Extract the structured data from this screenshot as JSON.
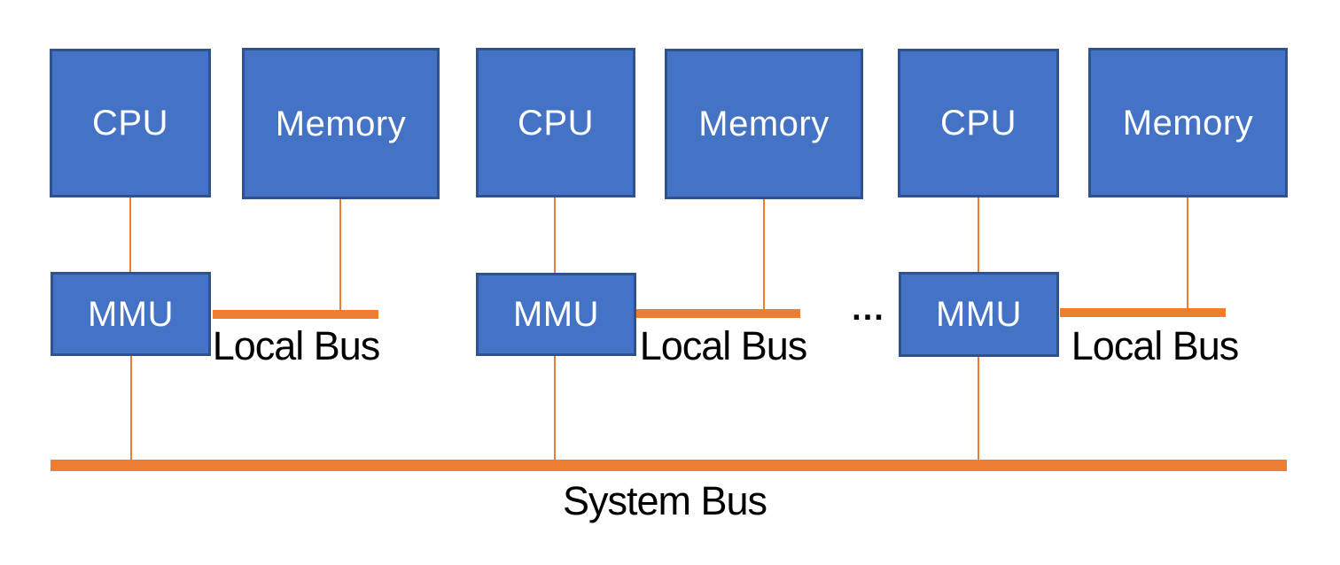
{
  "groups": [
    {
      "cpu": "CPU",
      "memory": "Memory",
      "mmu": "MMU",
      "local_bus_label": "Local Bus"
    },
    {
      "cpu": "CPU",
      "memory": "Memory",
      "mmu": "MMU",
      "local_bus_label": "Local Bus"
    },
    {
      "cpu": "CPU",
      "memory": "Memory",
      "mmu": "MMU",
      "local_bus_label": "Local Bus"
    }
  ],
  "ellipsis": "...",
  "system_bus_label": "System Bus",
  "colors": {
    "box_fill": "#4472C4",
    "box_border": "#2F528F",
    "bus_orange": "#ED7D31",
    "label_text": "#000000",
    "box_text": "#FFFFFF"
  }
}
